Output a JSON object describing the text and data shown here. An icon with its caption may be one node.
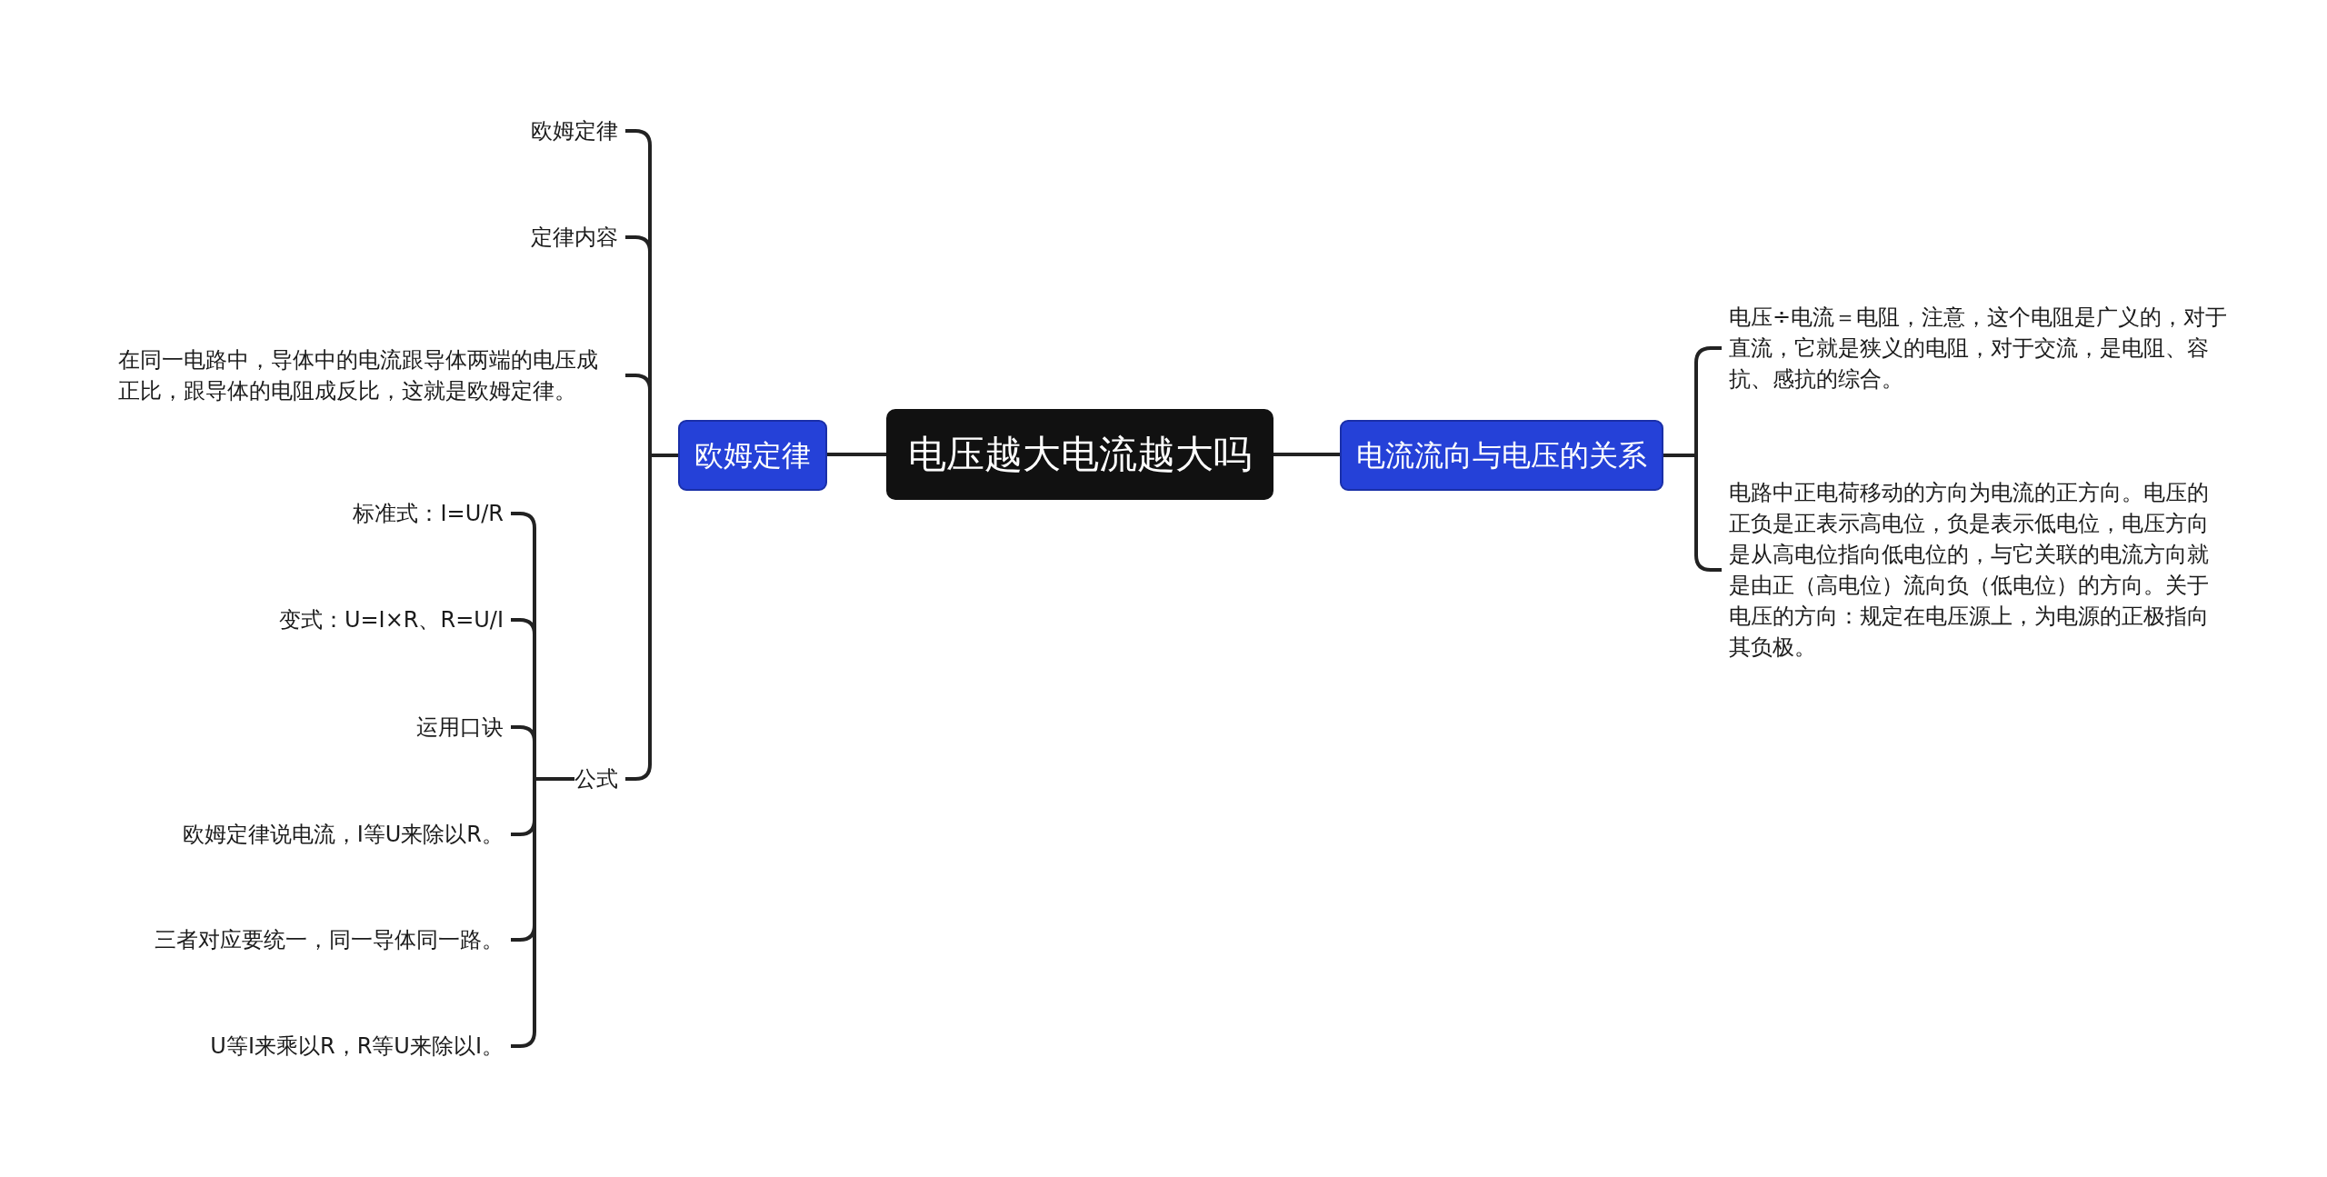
{
  "diagram": {
    "nodes": [
      {
        "text": [
          "电压越大电流越大吗"
        ]
      },
      {
        "text": [
          "欧姆定律"
        ]
      },
      {
        "text": [
          "欧姆定律"
        ]
      },
      {
        "text": [
          "定律内容"
        ]
      },
      {
        "text": [
          "在同一电路中，导体中的电流跟导体两端的电压成正比，跟导体的电阻成反比，这就是欧姆定律。"
        ]
      },
      {
        "text": [
          "公式"
        ]
      },
      {
        "text": [
          "标准式：I=U/R"
        ]
      },
      {
        "text": [
          "变式：U=I×R、R=U/I"
        ]
      },
      {
        "text": [
          "运用口诀"
        ]
      },
      {
        "text": [
          "欧姆定律说电流，I等U来除以R。"
        ]
      },
      {
        "text": [
          "三者对应要统一，同一导体同一路。"
        ]
      },
      {
        "text": [
          "U等I来乘以R，R等U来除以I。"
        ]
      },
      {
        "text": [
          "电流流向与电压的关系"
        ]
      },
      {
        "text": [
          "电压÷电流＝电阻，注意，这个电阻是广义的，对于直流，它就是狭义的电阻，对于交流，是电阻、容抗、感抗的综合。"
        ]
      },
      {
        "text": [
          "电路中正电荷移动的方向为电流的正方向。电压的正负是正表示高电位，负是表示低电位，电压方向是从高电位指向低电位的，与它关联的电流方向就是由正（高电位）流向负（低电位）的方向。关于电压的方向：规定在电压源上，为电源的正极指向其负极。"
        ]
      }
    ],
    "edges": [
      {
        "from": 0,
        "to": 1,
        "arrow": "none"
      },
      {
        "from": 1,
        "to": 2,
        "arrow": "none"
      },
      {
        "from": 1,
        "to": 3,
        "arrow": "none"
      },
      {
        "from": 1,
        "to": 4,
        "arrow": "none"
      },
      {
        "from": 1,
        "to": 5,
        "arrow": "none"
      },
      {
        "from": 5,
        "to": 6,
        "arrow": "none"
      },
      {
        "from": 5,
        "to": 7,
        "arrow": "none"
      },
      {
        "from": 5,
        "to": 8,
        "arrow": "none"
      },
      {
        "from": 5,
        "to": 9,
        "arrow": "none"
      },
      {
        "from": 5,
        "to": 10,
        "arrow": "none"
      },
      {
        "from": 5,
        "to": 11,
        "arrow": "none"
      },
      {
        "from": 0,
        "to": 12,
        "arrow": "none"
      },
      {
        "from": 12,
        "to": 13,
        "arrow": "none"
      },
      {
        "from": 12,
        "to": 14,
        "arrow": "none"
      }
    ]
  }
}
